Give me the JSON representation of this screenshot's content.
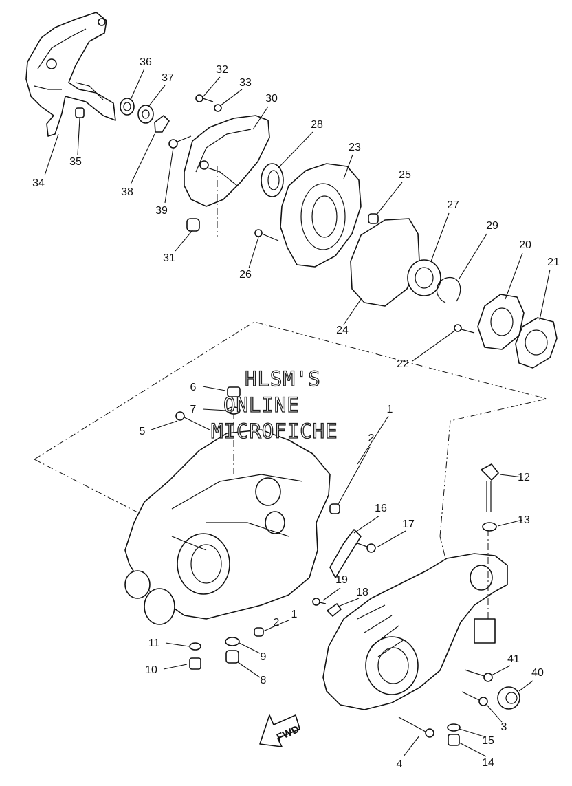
{
  "diagram": {
    "watermark": [
      "HLSM'S",
      "ONLINE",
      "MICROFICHE"
    ],
    "direction_arrow_label": "FWD",
    "callouts": [
      {
        "num": "1"
      },
      {
        "num": "2"
      },
      {
        "num": "3"
      },
      {
        "num": "4"
      },
      {
        "num": "5"
      },
      {
        "num": "6"
      },
      {
        "num": "7"
      },
      {
        "num": "8"
      },
      {
        "num": "9"
      },
      {
        "num": "10"
      },
      {
        "num": "11"
      },
      {
        "num": "12"
      },
      {
        "num": "13"
      },
      {
        "num": "14"
      },
      {
        "num": "15"
      },
      {
        "num": "16"
      },
      {
        "num": "17"
      },
      {
        "num": "18"
      },
      {
        "num": "19"
      },
      {
        "num": "20"
      },
      {
        "num": "21"
      },
      {
        "num": "22"
      },
      {
        "num": "23"
      },
      {
        "num": "24"
      },
      {
        "num": "25"
      },
      {
        "num": "26"
      },
      {
        "num": "27"
      },
      {
        "num": "28"
      },
      {
        "num": "29"
      },
      {
        "num": "30"
      },
      {
        "num": "31"
      },
      {
        "num": "32"
      },
      {
        "num": "33"
      },
      {
        "num": "34"
      },
      {
        "num": "35"
      },
      {
        "num": "36"
      },
      {
        "num": "37"
      },
      {
        "num": "38"
      },
      {
        "num": "39"
      },
      {
        "num": "40"
      },
      {
        "num": "41"
      },
      {
        "num": "2"
      },
      {
        "num": "1"
      }
    ]
  }
}
